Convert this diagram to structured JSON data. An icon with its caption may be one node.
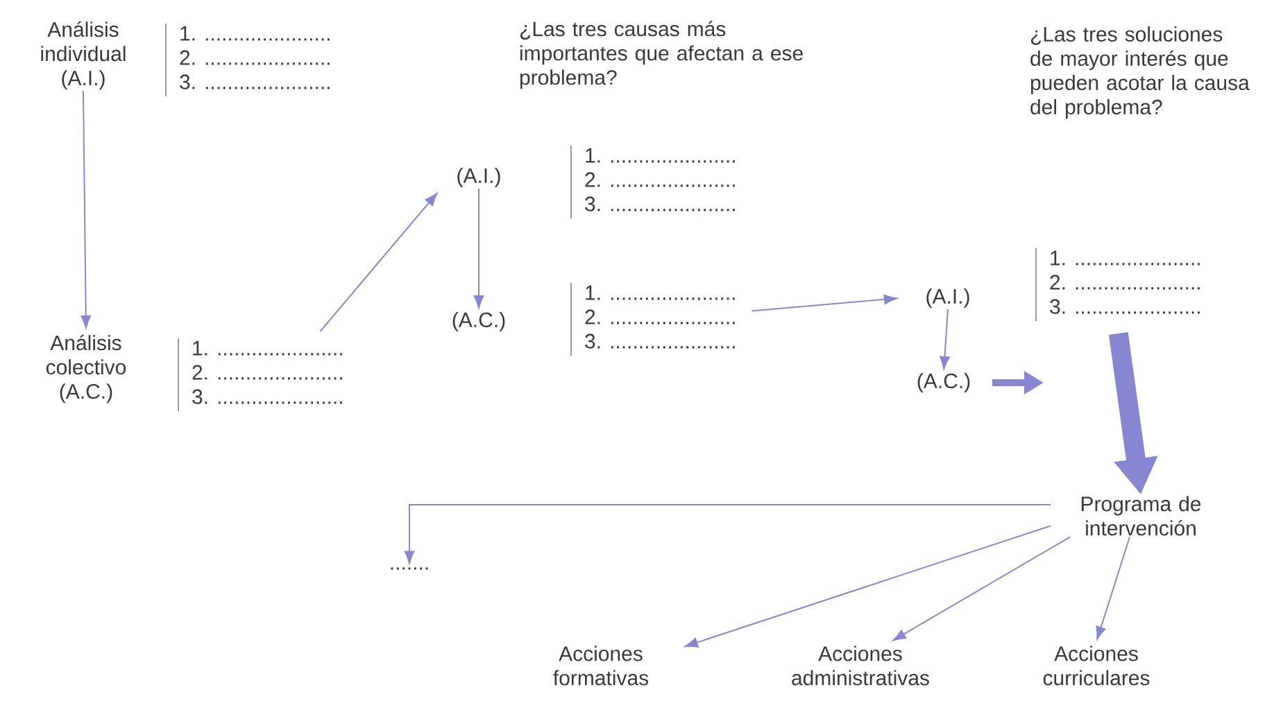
{
  "diagram": {
    "nodes": [
      {
        "text": [
          "Análisis individual (A.I.)"
        ]
      },
      {
        "text": [
          "1. ......................",
          "2. ......................",
          "3. ......................"
        ]
      },
      {
        "text": [
          "Análisis colectivo (A.C.)"
        ]
      },
      {
        "text": [
          "1. ......................",
          "2. ......................",
          "3. ......................"
        ]
      },
      {
        "text": [
          "(A.I.)"
        ]
      },
      {
        "text": [
          "1. ......................",
          "2. ......................",
          "3. ......................"
        ]
      },
      {
        "text": [
          "(A.C.)"
        ]
      },
      {
        "text": [
          "1. ......................",
          "2. ......................",
          "3. ......................"
        ]
      },
      {
        "text": [
          "(A.I.)"
        ]
      },
      {
        "text": [
          "1. ......................",
          "2. ......................",
          "3. ......................"
        ]
      },
      {
        "text": [
          "(A.C.)"
        ]
      },
      {
        "text": [
          "Programa de intervención"
        ]
      },
      {
        "text": [
          "......."
        ]
      },
      {
        "text": [
          "Acciones formativas"
        ]
      },
      {
        "text": [
          "Acciones administrativas"
        ]
      },
      {
        "text": [
          "Acciones curriculares"
        ]
      }
    ],
    "edges": [
      {
        "from": 0,
        "to": 2,
        "arrow": "to"
      },
      {
        "from": 3,
        "to": 4,
        "arrow": "to"
      },
      {
        "from": 4,
        "to": 6,
        "arrow": "to"
      },
      {
        "from": 7,
        "to": 8,
        "arrow": "to"
      },
      {
        "from": 8,
        "to": 10,
        "arrow": "to"
      },
      {
        "from": 10,
        "to": null,
        "arrow": "to",
        "style": "thick"
      },
      {
        "from": 9,
        "to": 11,
        "arrow": "to",
        "style": "thick"
      },
      {
        "from": 11,
        "to": 12,
        "arrow": "to"
      },
      {
        "from": 11,
        "to": 13,
        "arrow": "to"
      },
      {
        "from": 11,
        "to": 14,
        "arrow": "to"
      },
      {
        "from": 11,
        "to": 15,
        "arrow": "to"
      }
    ],
    "labels": [
      "¿Las tres causas más importantes que afectan a ese problema?",
      "¿Las tres soluciones de mayor interés que pueden acotar la causa del problema?"
    ]
  }
}
